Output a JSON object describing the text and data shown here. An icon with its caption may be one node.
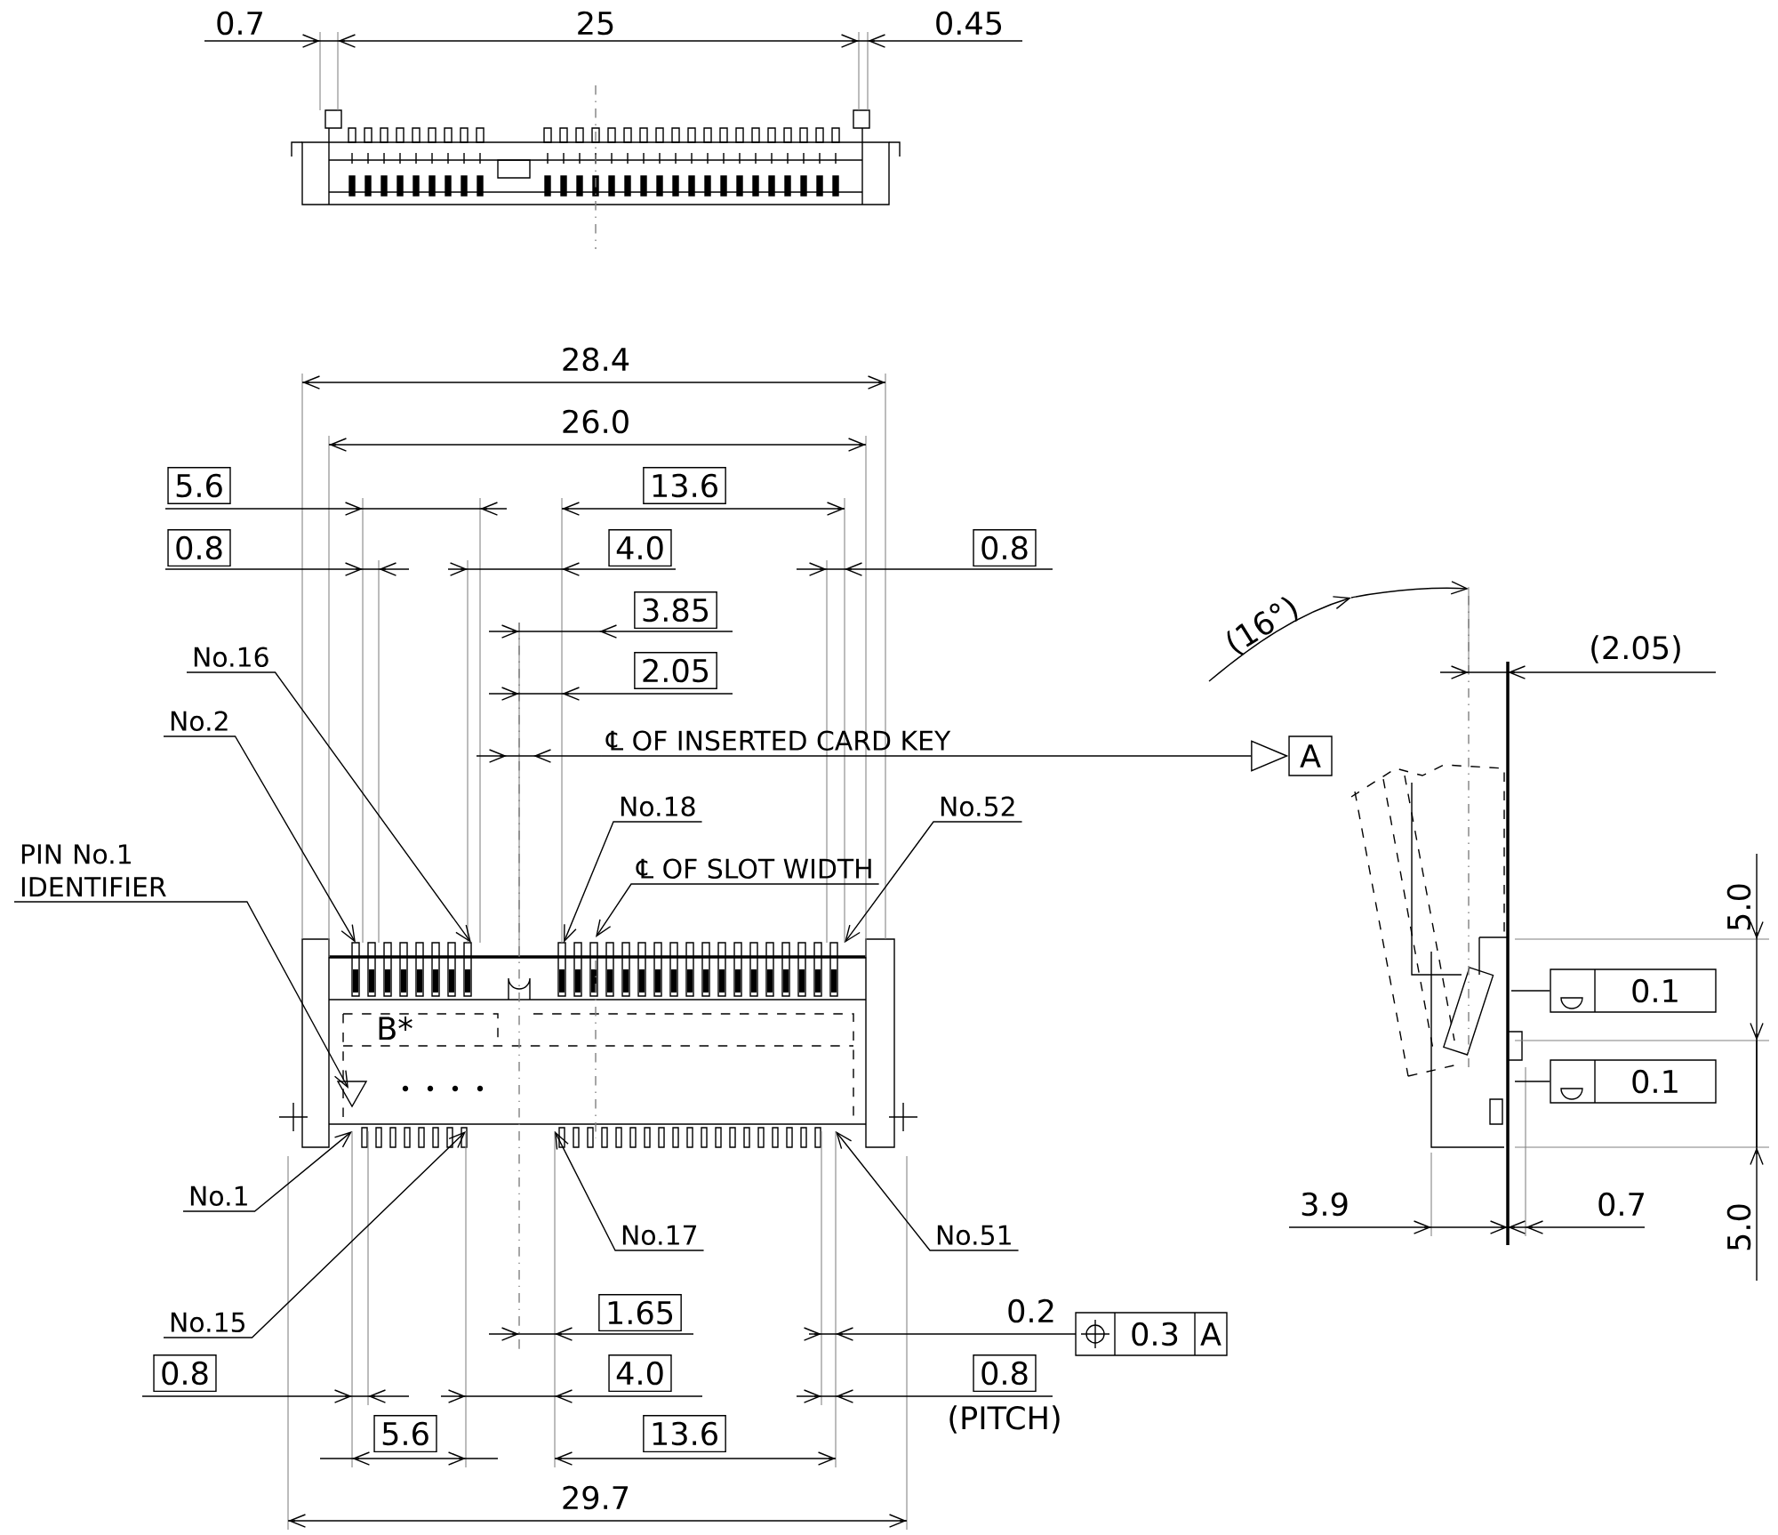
{
  "diagram": {
    "nodes": [
      {
        "text": [
          "No.16"
        ]
      },
      {
        "text": [
          "No.2"
        ]
      },
      {
        "text": [
          "PIN No.1 IDENTIFIER"
        ]
      },
      {
        "text": [
          "No.18"
        ]
      },
      {
        "text": [
          "No.52"
        ]
      },
      {
        "text": [
          "℄ OF INSERTED CARD KEY"
        ]
      },
      {
        "text": [
          "A"
        ]
      },
      {
        "text": [
          "℄ OF SLOT WIDTH"
        ]
      },
      {
        "text": [
          "No.1"
        ]
      },
      {
        "text": [
          "No.17"
        ]
      },
      {
        "text": [
          "No.51"
        ]
      },
      {
        "text": [
          "No.15"
        ]
      },
      {
        "text": [
          "0.1"
        ]
      },
      {
        "text": [
          "0.1"
        ]
      },
      {
        "text": [
          "0.3",
          "A"
        ]
      }
    ],
    "edges": [
      {
        "from": 0,
        "to": null,
        "arrow": "to"
      },
      {
        "from": 1,
        "to": null,
        "arrow": "to"
      },
      {
        "from": 2,
        "to": null,
        "arrow": "to"
      },
      {
        "from": 3,
        "to": null,
        "arrow": "to"
      },
      {
        "from": 4,
        "to": null,
        "arrow": "to"
      },
      {
        "from": 5,
        "to": 6,
        "arrow": "to"
      },
      {
        "from": 7,
        "to": null,
        "arrow": "to"
      },
      {
        "from": 8,
        "to": null,
        "arrow": "to"
      },
      {
        "from": 9,
        "to": null,
        "arrow": "to"
      },
      {
        "from": 10,
        "to": null,
        "arrow": "to"
      },
      {
        "from": 11,
        "to": null,
        "arrow": "to"
      },
      {
        "from": 12,
        "to": null,
        "arrow": "none"
      },
      {
        "from": 13,
        "to": null,
        "arrow": "none"
      }
    ],
    "labels": [
      "0.7",
      "25",
      "0.45",
      "28.4",
      "26.0",
      "5.6",
      "13.6",
      "0.8",
      "4.0",
      "0.8",
      "(16°)",
      "(2.05)",
      "3.85",
      "2.05",
      "5.0",
      "B*",
      "3.9",
      "0.7",
      "5.0",
      "1.65",
      "0.2",
      "0.8",
      "4.0",
      "0.8",
      "(PITCH)",
      "5.6",
      "13.6",
      "29.7"
    ]
  }
}
